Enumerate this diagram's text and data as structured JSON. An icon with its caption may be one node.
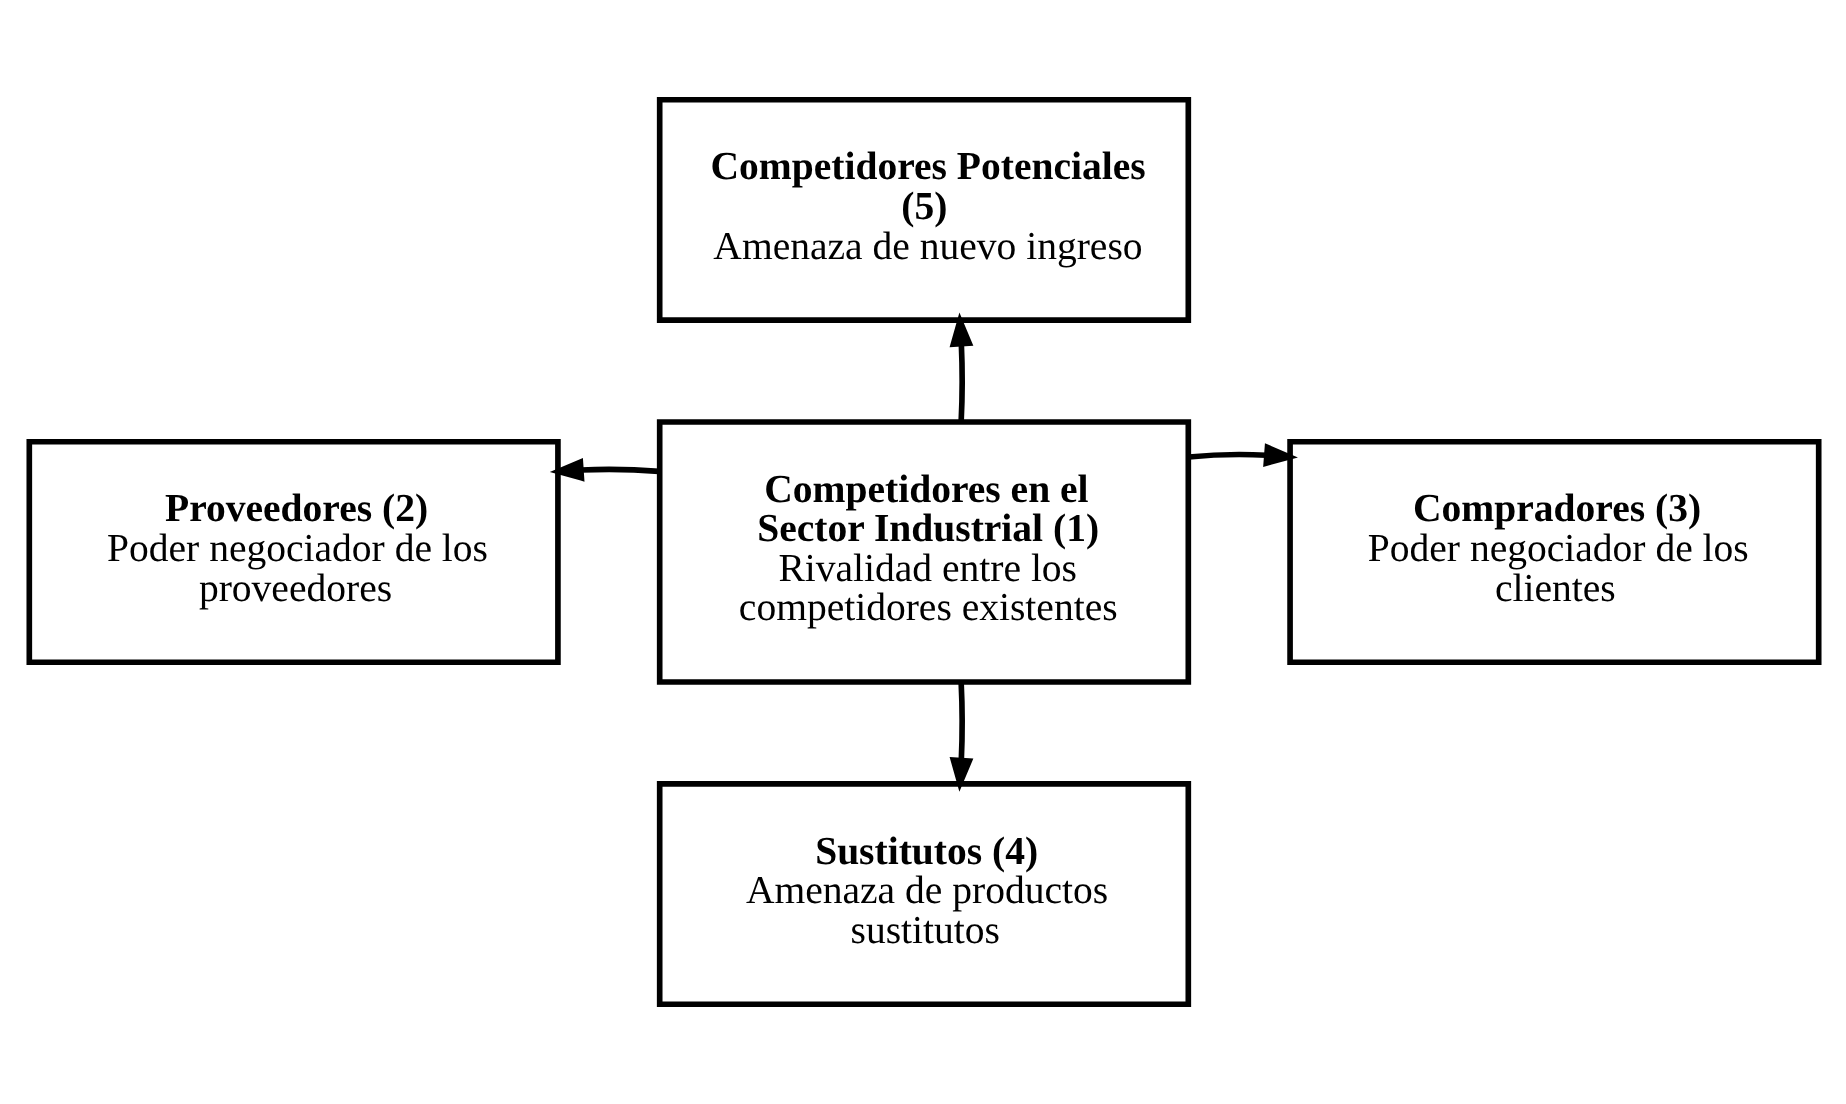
{
  "diagram": {
    "nodes": [
      {
        "text": [
          "Competidores Potenciales (5)",
          "Amenaza de nuevo ingreso"
        ]
      },
      {
        "text": [
          "Proveedores (2)",
          "Poder negociador de los proveedores"
        ]
      },
      {
        "text": [
          "Competidores en el Sector Industrial (1)",
          "Rivalidad entre los competidores existentes"
        ]
      },
      {
        "text": [
          "Compradores (3)",
          "Poder negociador de los clientes"
        ]
      },
      {
        "text": [
          "Sustitutos (4)",
          "Amenaza de productos sustitutos"
        ]
      }
    ],
    "edges": [
      {
        "from": 2,
        "to": 0,
        "arrow": "to"
      },
      {
        "from": 2,
        "to": 1,
        "arrow": "to"
      },
      {
        "from": 2,
        "to": 3,
        "arrow": "to"
      },
      {
        "from": 2,
        "to": 4,
        "arrow": "to"
      }
    ]
  }
}
